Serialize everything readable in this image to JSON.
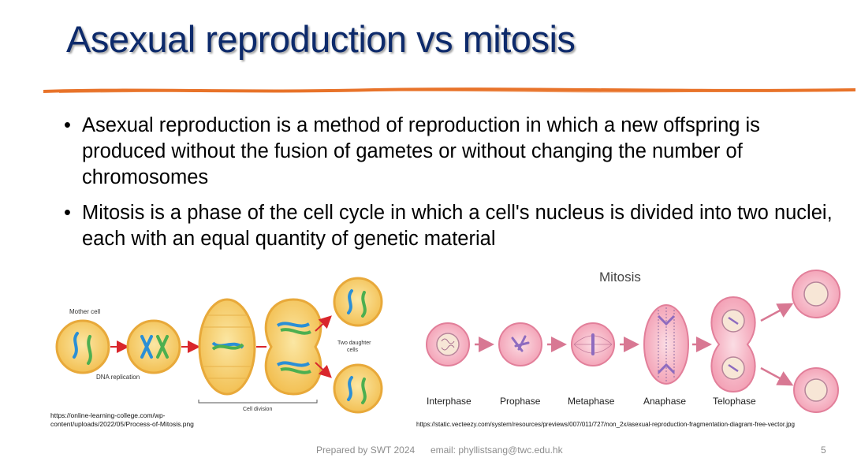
{
  "slide": {
    "title": "Asexual reproduction vs mitosis",
    "bullets": [
      "Asexual reproduction is a method of reproduction in which a new offspring is produced without the fusion of gametes or without changing the number of chromosomes",
      "Mitosis is a phase of the cell cycle in which a cell's nucleus is divided into two nuclei, each with an equal quantity of genetic material"
    ],
    "bullet_symbol": "•"
  },
  "figure_left": {
    "labels": {
      "mother_cell": "Mother cell",
      "dna_replication": "DNA replication",
      "two_daughter": "Two daughter",
      "cells": "cells",
      "cell_division": "Cell division"
    },
    "source_line1": "https://online-learning-college.com/wp-",
    "source_line2": "content/uploads/2022/05/Process-of-Mitosis.png"
  },
  "figure_right": {
    "title": "Mitosis",
    "phases": [
      "Interphase",
      "Prophase",
      "Metaphase",
      "Anaphase",
      "Telophase"
    ],
    "source": "https://static.vecteezy.com/system/resources/previews/007/011/727/non_2x/asexual-reproduction-fragmentation-diagram-free-vector.jpg"
  },
  "footer": {
    "prepared_by": "Prepared by SWT 2024",
    "email": "email: phyllistsang@twc.edu.hk",
    "page_number": "5"
  },
  "colors": {
    "title": "#0d2a6b",
    "rule": "#e8732a",
    "cell_yellow": "#f6c85f",
    "cell_pink": "#f4a6b8",
    "arrow_red": "#d9262c",
    "arrow_pink": "#d87893"
  }
}
